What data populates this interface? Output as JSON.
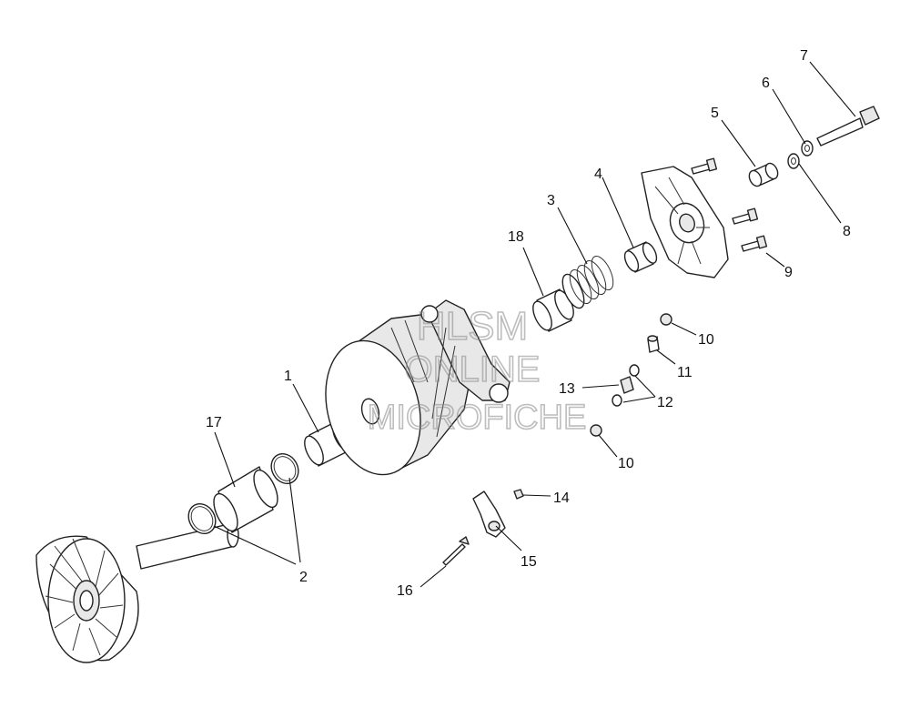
{
  "callouts": {
    "c1": "1",
    "c2": "2",
    "c3": "3",
    "c4": "4",
    "c5": "5",
    "c6": "6",
    "c7": "7",
    "c8": "8",
    "c9": "9",
    "c10a": "10",
    "c10b": "10",
    "c11": "11",
    "c12": "12",
    "c13": "13",
    "c14": "14",
    "c15": "15",
    "c16": "16",
    "c17": "17",
    "c18": "18"
  },
  "watermark": {
    "line1": "HLSM",
    "line2": "ONLINE",
    "line3": "MICROFICHE"
  }
}
